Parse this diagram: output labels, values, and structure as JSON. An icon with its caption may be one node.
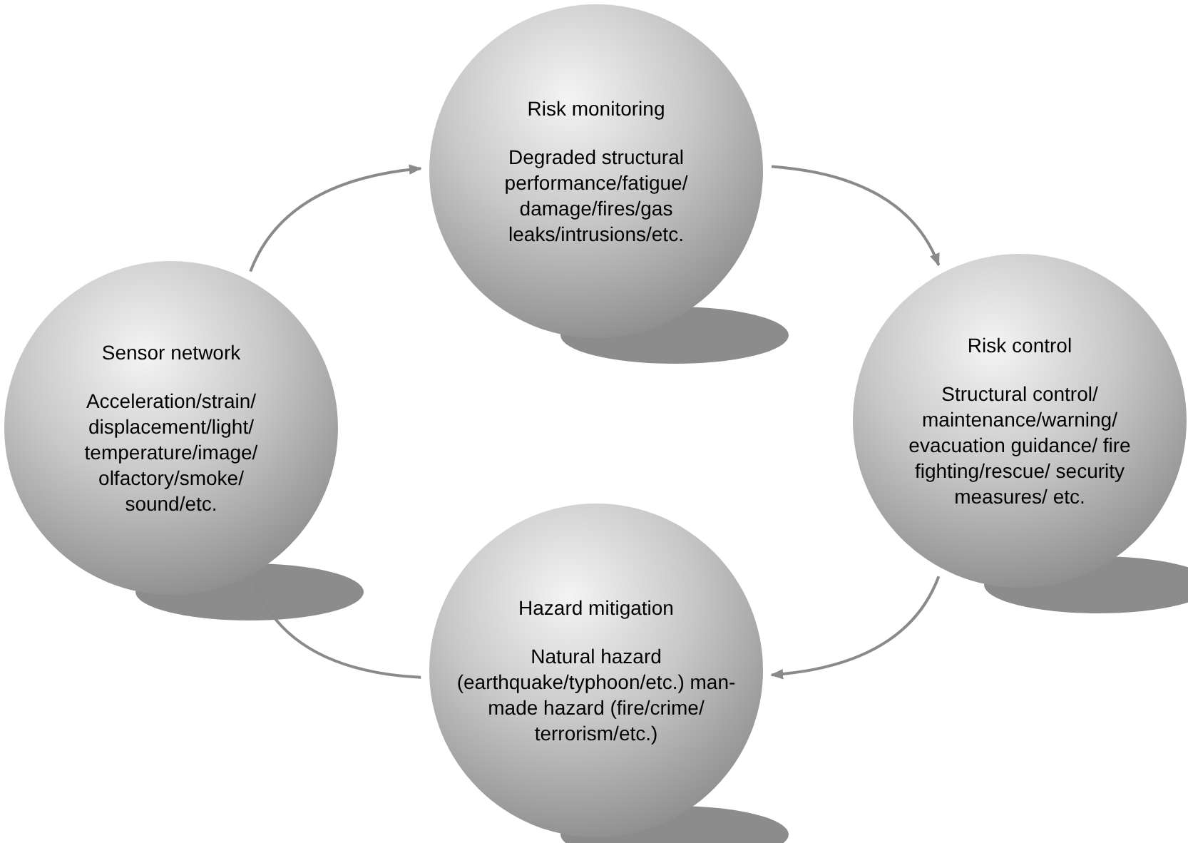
{
  "diagram": {
    "nodes": [
      {
        "text": [
          "Risk monitoring",
          "Degraded structural performance/fatigue/ damage/fires/gas leaks/intrusions/etc."
        ]
      },
      {
        "text": [
          "Risk control",
          "Structural control/ maintenance/warning/ evacuation guidance/ fire fighting/rescue/ security measures/ etc."
        ]
      },
      {
        "text": [
          "Hazard mitigation",
          "Natural hazard (earthquake/typhoon/etc.) man-made hazard (fire/crime/ terrorism/etc.)"
        ]
      },
      {
        "text": [
          "Sensor network",
          "Acceleration/strain/ displacement/light/ temperature/image/ olfactory/smoke/ sound/etc."
        ]
      }
    ],
    "edges": [
      {
        "from": 3,
        "to": 0,
        "arrow": "to"
      },
      {
        "from": 0,
        "to": 1,
        "arrow": "to"
      },
      {
        "from": 1,
        "to": 2,
        "arrow": "to"
      },
      {
        "from": 2,
        "to": 3,
        "arrow": "to"
      }
    ]
  }
}
